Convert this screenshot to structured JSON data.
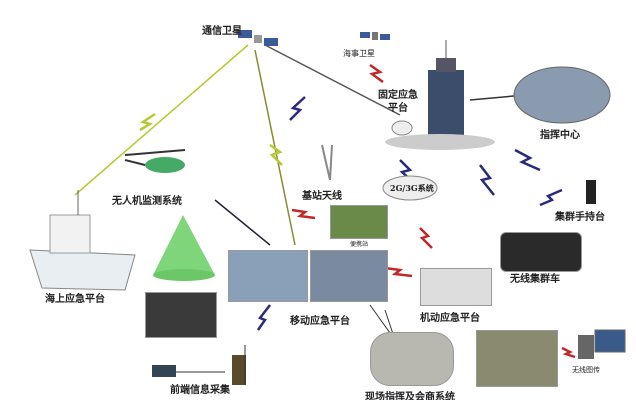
{
  "labels": {
    "comm_satellite": "通信卫星",
    "maritime_satellite": "海事卫星",
    "fixed_platform": "固定应急",
    "fixed_platform_2": "平台",
    "command_center": "指挥中心",
    "uav_system": "无人机监测系统",
    "base_antenna": "基站天线",
    "network": "2G/3G系统",
    "handheld": "集群手持台",
    "portable_station": "便携站",
    "trunk_vehicle": "无线集群车",
    "sea_platform": "海上应急平台",
    "mobile_platform": "移动应急平台",
    "maneuver_platform": "机动应急平台",
    "onsite_command": "现场指挥及会商系统",
    "front_collection": "前端信息采集",
    "wireless_link": "无线图传"
  },
  "colors": {
    "link_yellow": "#b8c832",
    "link_dark": "#2a2a7a",
    "link_red": "#c0282a",
    "cone": "#7fd67a"
  }
}
